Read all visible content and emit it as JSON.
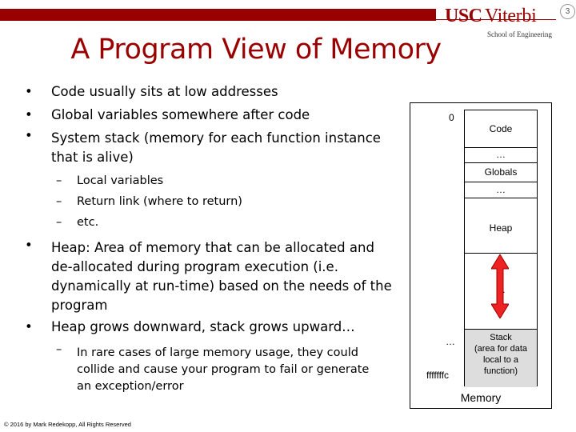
{
  "header": {
    "logo_usc": "USC",
    "logo_viterbi": "Viterbi",
    "logo_school": "School of Engineering",
    "page_number": "3",
    "brand_color": "#990000"
  },
  "title": "A Program View of Memory",
  "bullets": {
    "b1": "Code usually sits at low addresses",
    "b2": "Global variables somewhere after code",
    "b3_l1": "System stack (memory for each function instance",
    "b3_l2": "that is alive)",
    "b3_sub1": "Local variables",
    "b3_sub2": "Return link (where to return)",
    "b3_sub3": "etc.",
    "b4_l1": "Heap: Area of memory that can be allocated and",
    "b4_l2": "de-allocated during program execution (i.e.",
    "b4_l3": "dynamically at run-time) based on the needs of the",
    "b4_l4": "program",
    "b5": "Heap grows downward, stack grows upward…",
    "b5_sub1_l1": "In rare cases of large memory usage, they could",
    "b5_sub1_l2": "collide and cause your program to fail or generate",
    "b5_sub1_l3": "an exception/error",
    "bullet_glyph": "•",
    "dash_glyph": "–"
  },
  "memory": {
    "addr_start": "0",
    "addr_dots": "…",
    "addr_end": "fffffffc",
    "code": "Code",
    "dots1": "…",
    "globals": "Globals",
    "dots2": "…",
    "heap": "Heap",
    "free_dots": "…",
    "stack_l1": "Stack",
    "stack_l2": "(area for data",
    "stack_l3": "local to a",
    "stack_l4": "function)",
    "label": "Memory",
    "stack_fill": "#dddddd",
    "arrow_fill": "#ee2222"
  },
  "footer": {
    "copyright": "© 2016 by Mark Redekopp, All Rights Reserved"
  }
}
